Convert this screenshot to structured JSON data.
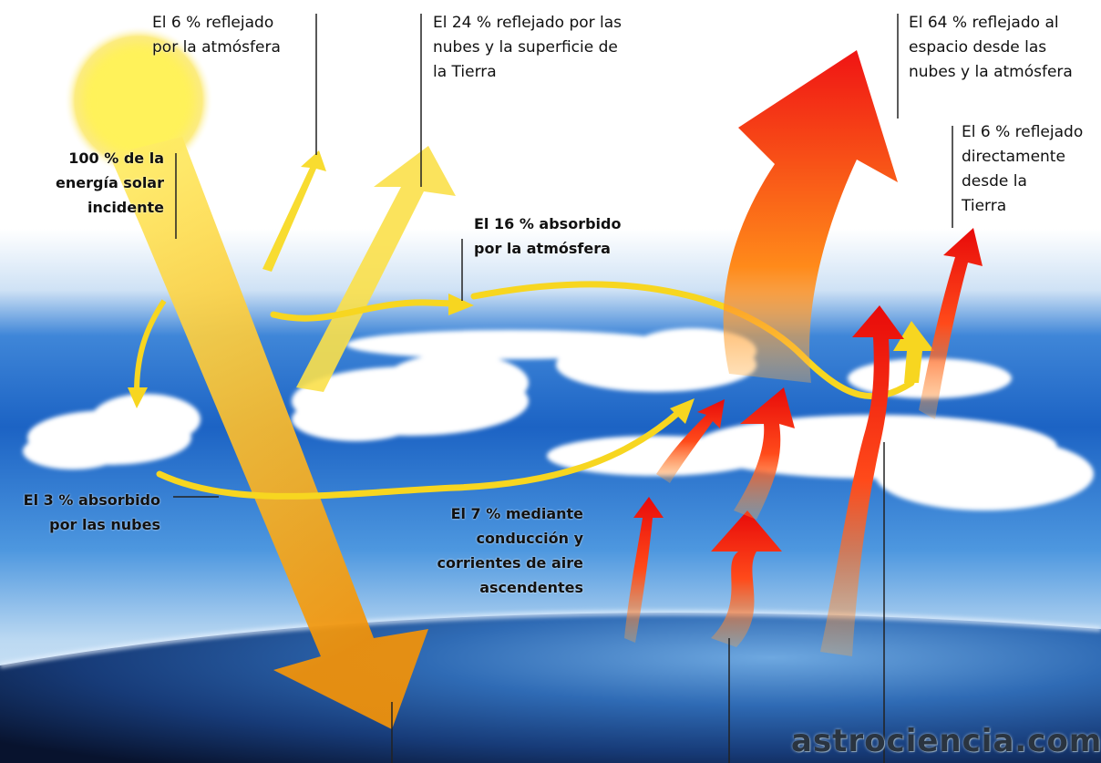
{
  "labels": {
    "reflected_atmosphere_6": "El 6 % reflejado\npor la atmósfera",
    "reflected_clouds_surface_24": "El 24 % reflejado por las\nnubes y la superficie de\nla Tierra",
    "reflected_space_64": "El 64 % reflejado al\nespacio desde las\nnubes y la atmósfera",
    "incident_100": "100 % de la\nenergía solar\nincidente",
    "reflected_earth_6": "El 6 % reflejado\ndirectamente\ndesde la\nTierra",
    "absorbed_atmosphere_16": "El 16 % absorbido\npor la atmósfera",
    "absorbed_clouds_3": "El 3 % absorbido\npor las nubes",
    "conduction_7": "El 7 % mediante\nconducción y\ncorrientes de aire\nascendentes"
  },
  "watermark": "astrociencia.com",
  "colors": {
    "sun": "#fff25a",
    "solar_arrow_light": "#ffe45c",
    "solar_arrow_dark": "#f59a0a",
    "heat_arrow_light": "#ff9a1a",
    "heat_arrow_dark": "#f01010",
    "sky_blue": "#1f6fd0",
    "earth_dark": "#0c1a3a",
    "cloud": "#ffffff"
  }
}
